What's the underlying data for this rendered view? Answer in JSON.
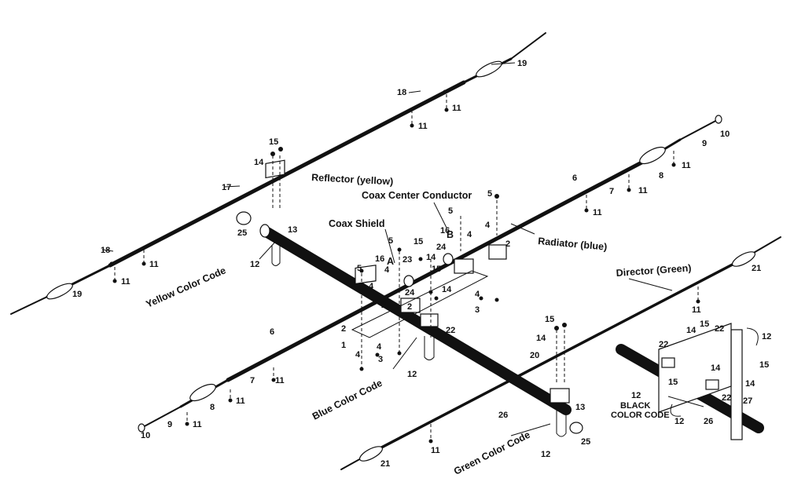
{
  "labels": {
    "reflector": "Reflector (yellow)",
    "coax_center": "Coax Center Conductor",
    "coax_shield": "Coax Shield",
    "radiator": "Radiator (blue)",
    "director": "Director (Green)",
    "yellow_code": "Yellow Color Code",
    "blue_code": "Blue Color Code",
    "green_code": "Green Color Code",
    "black_code_1": "BLACK",
    "black_code_2": "COLOR CODE",
    "point_a": "A",
    "point_b": "B"
  },
  "part_numbers": {
    "n1": "1",
    "n2": "2",
    "n3": "3",
    "n4": "4",
    "n5": "5",
    "n6": "6",
    "n7": "7",
    "n8": "8",
    "n9": "9",
    "n10": "10",
    "n11": "11",
    "n12": "12",
    "n13": "13",
    "n14": "14",
    "n15": "15",
    "n16": "16",
    "n17": "17",
    "n18": "18",
    "n19": "19",
    "n20": "20",
    "n21": "21",
    "n22": "22",
    "n23": "23",
    "n24": "24",
    "n25": "25",
    "n26": "26",
    "n27": "27"
  }
}
